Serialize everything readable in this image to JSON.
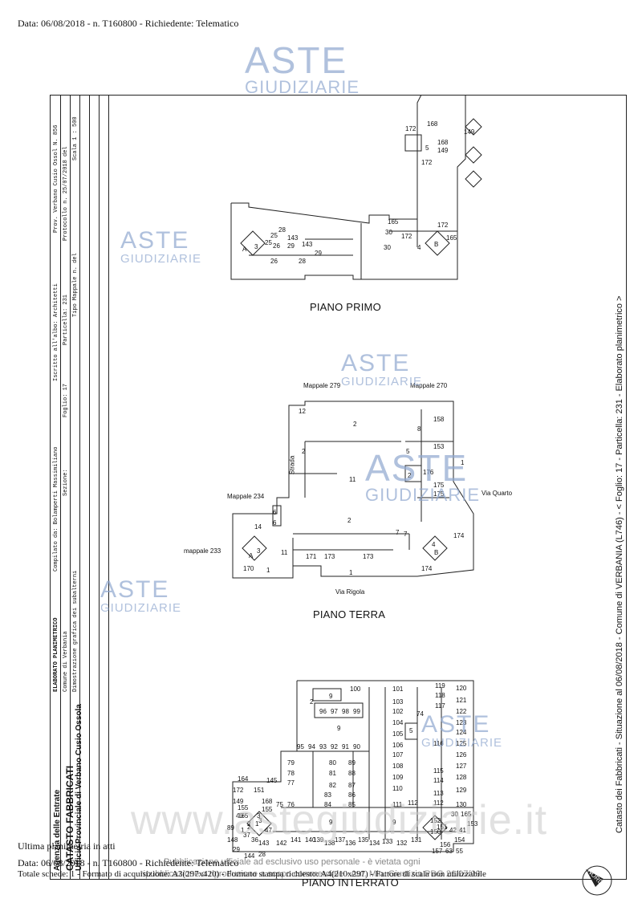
{
  "header": {
    "text": "Data: 06/08/2018 - n. T160800 - Richiedente: Telematico"
  },
  "watermarks": {
    "brand_top": "ASTE",
    "brand_bottom": "GIUDIZIARIE",
    "site": "www.astegiudiziarie.it",
    "legal_line1": "Pubblicazione ufficiale ad esclusivo uso personale - è vietata ogni",
    "legal_line2": "ripubblicazione o riproduzione a scopo commerciale - Aut. Min. Giustizia PDG 21/07/09"
  },
  "titleblock": {
    "agency": "Agenzia delle Entrate",
    "catasto": "CATASTO FABBRICATI",
    "ufficio": "Ufficio Provinciale di Verbano Cusio Ossola",
    "elaborato": "ELABORATO PLANIMETRICO",
    "compilato": "Compilato da: Bolamperti Massimiliano",
    "iscritto": "Iscritto all'albo: Architetti",
    "prov": "Prov. Verbano Cusio Ossol N. 856",
    "comune": "Comune di Verbania",
    "sezione": "Sezione:",
    "foglio": "Foglio: 17",
    "particella": "Particella: 231",
    "protocollo": "Protocollo n.   25/07/2018   del",
    "dimostrazione": "Dimostrazione grafica dei subalterni",
    "tipo_mappale": "Tipo Mappale n.          del",
    "scala": "Scala 1 : 500"
  },
  "right_side_text": "Catasto dei Fabbricati - Situazione al 06/08/2018 - Comune di VERBANIA (L746) - < Foglio: 17 - Particella: 231 - Elaborato planimetrico >",
  "plans": {
    "piano_primo": {
      "title": "PIANO PRIMO",
      "labels": [
        "172",
        "168",
        "149",
        "168",
        "5",
        "149",
        "172",
        "165",
        "30",
        "172",
        "172",
        "30",
        "4",
        "165",
        "B",
        "28",
        "25",
        "143",
        "25",
        "26",
        "29",
        "143",
        "A",
        "3",
        "29",
        "26",
        "28"
      ]
    },
    "piano_terra": {
      "title": "PIANO TERRA",
      "labels": [
        "Mappale 279",
        "Mappale 270",
        "12",
        "2",
        "8",
        "158",
        "153",
        "5",
        "Strada",
        "2",
        "176",
        "1",
        "2",
        "11",
        "175",
        "175",
        "Via Quarto",
        "Mappale 234",
        "6",
        "6",
        "2",
        "14",
        "7",
        "7",
        "174",
        "mappale 233",
        "3",
        "A",
        "11",
        "171",
        "173",
        "173",
        "4",
        "B",
        "170",
        "1",
        "1",
        "174",
        "Via Rigola"
      ]
    },
    "piano_interrato": {
      "title": "PIANO INTERRATO",
      "labels": [
        "100",
        "101",
        "119",
        "120",
        "9",
        "118",
        "2",
        "103",
        "117",
        "121",
        "96",
        "97",
        "98",
        "99",
        "102",
        "122",
        "74",
        "104",
        "5",
        "123",
        "124",
        "9",
        "105",
        "116",
        "125",
        "95",
        "94",
        "93",
        "92",
        "91",
        "90",
        "107",
        "106",
        "126",
        "79",
        "80",
        "89",
        "108",
        "115",
        "127",
        "78",
        "81",
        "88",
        "109",
        "114",
        "128",
        "77",
        "82",
        "87",
        "110",
        "113",
        "129",
        "83",
        "86",
        "111",
        "112",
        "130",
        "164",
        "145",
        "84",
        "85",
        "112",
        "9",
        "9",
        "30",
        "165",
        "172",
        "151",
        "75",
        "76",
        "153",
        "149",
        "155",
        "168",
        "155",
        "3",
        "165",
        "40",
        "47",
        "2",
        "1",
        "3",
        "152",
        "151",
        "150",
        "42",
        "41",
        "89",
        "2",
        "1",
        "143",
        "137",
        "154",
        "148",
        "37",
        "36",
        "142",
        "141",
        "140",
        "139",
        "138",
        "136",
        "135",
        "134",
        "133",
        "132",
        "131",
        "156",
        "157",
        "63",
        "55",
        "29",
        "144",
        "28"
      ]
    }
  },
  "footer": {
    "line1": "Ultima planimetria in atti",
    "line2": "Data: 06/08/2018 - n. T160800 - Richiedente: Telematico",
    "line3": "Totale schede: 1 - Formato di acquisizione: A3(297x420) - Formato stampa richiesto: A4(210x297) - Fattore di scala non utilizzabile"
  },
  "north_label": "NORD"
}
